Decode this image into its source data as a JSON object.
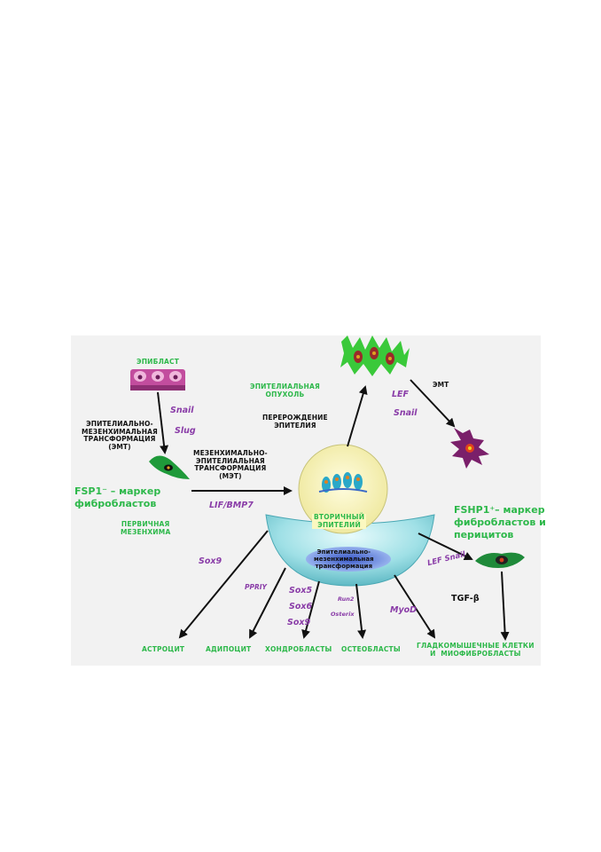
{
  "epiblast": "ЭПИБЛАСТ",
  "emt_left": "ЭПИТЕЛИАЛЬНО-\nМЕЗЕНХИМАЛЬНАЯ\nТРАНСФОРМАЦИЯ\n(ЭМТ)",
  "snail_left": "Snail",
  "slug": "Slug",
  "fsp1_marker": "FSP1⁻ – маркер\nфибробластов",
  "primary_mesenchyme": "ПЕРВИЧНАЯ\nМЕЗЕНХИМА",
  "met": "МЕЗЕНХИМАЛЬНО-\nЭПИТЕЛИАЛЬНАЯ\nТРАНСФОРМАЦИЯ\n(МЭТ)",
  "lif_bmp": "LIF/BMP7",
  "epithelial_tumor": "ЭПИТЕЛИАЛЬНАЯ\nОПУХОЛЬ",
  "degeneration": "ПЕРЕРОЖДЕНИЕ\nЭПИТЕЛИЯ",
  "lef_top": "LEF",
  "snail_top": "Snail",
  "emt_right": "ЭМТ",
  "secondary_epithelium": "ВТОРИЧНЫЙ\nЭПИТЕЛИЙ",
  "fshp1_marker": "FSHP1⁺– маркер\nфибробластов и\nперицитов",
  "emt_center": "Эпителиально-\nмезенхимальная\nтрансформация",
  "lef_snail_right": "LEF Snail",
  "sox9_left": "Sox9",
  "ppary": "PPRIY",
  "sox5": "Sox5",
  "sox6": "Sox6",
  "sox9_mid": "Sox9",
  "runx2": "Run2",
  "osterix": "Osterix",
  "myod": "MyoD",
  "tgf": "TGF-β",
  "astrocyte": "АСТРОЦИТ",
  "adipocyte": "АДИПОЦИТ",
  "chondroblasts": "ХОНДРОБЛАСТЫ",
  "osteoblasts": "ОСТЕОБЛАСТЫ",
  "smooth_muscle": "ГЛАДКОМЫШЕЧНЫЕ КЛЕТКИ\nИ  МИОФИБРОБЛАСТЫ",
  "colors": {
    "label_green": "#2db84a",
    "gene_purple": "#8a3da8",
    "circle_fill": "#f2efa8",
    "bowl_fill": "#9fe0e6",
    "arrow": "#111111"
  }
}
